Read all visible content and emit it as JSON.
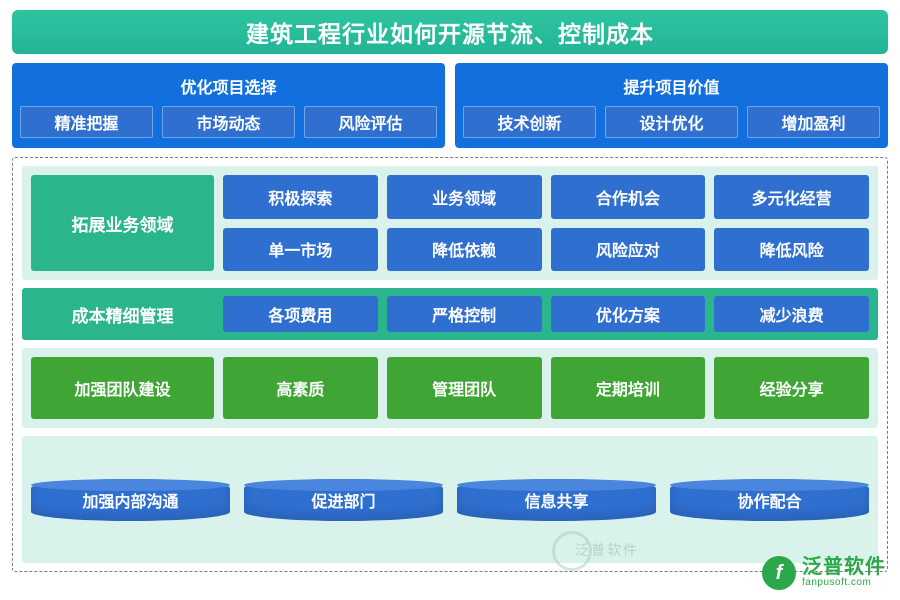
{
  "title": "建筑工程行业如何开源节流、控制成本",
  "panels": [
    {
      "heading": "优化项目选择",
      "items": [
        "精准把握",
        "市场动态",
        "风险评估"
      ]
    },
    {
      "heading": "提升项目价值",
      "items": [
        "技术创新",
        "设计优化",
        "增加盈利"
      ]
    }
  ],
  "rows": {
    "expand": {
      "label": "拓展业务领域",
      "cells": [
        "积极探索",
        "业务领域",
        "合作机会",
        "多元化经营",
        "单一市场",
        "降低依赖",
        "风险应对",
        "降低风险"
      ]
    },
    "cost": {
      "label": "成本精细管理",
      "cells": [
        "各项费用",
        "严格控制",
        "优化方案",
        "减少浪费"
      ]
    },
    "team": {
      "label": "加强团队建设",
      "cells": [
        "高素质",
        "管理团队",
        "定期培训",
        "经验分享"
      ]
    },
    "communication": {
      "cells": [
        "加强内部沟通",
        "促进部门",
        "信息共享",
        "协作配合"
      ]
    }
  },
  "watermark": "泛普软件",
  "logo": {
    "mark": "f",
    "cn": "泛普软件",
    "en": "fanpusoft.com"
  },
  "colors": {
    "title_green": "#2ec4a0",
    "panel_blue": "#1170dd",
    "cell_blue": "#2f6fd0",
    "band_green": "#2ab58d",
    "team_green": "#3fa535",
    "light_mint": "#d9f3ec"
  }
}
